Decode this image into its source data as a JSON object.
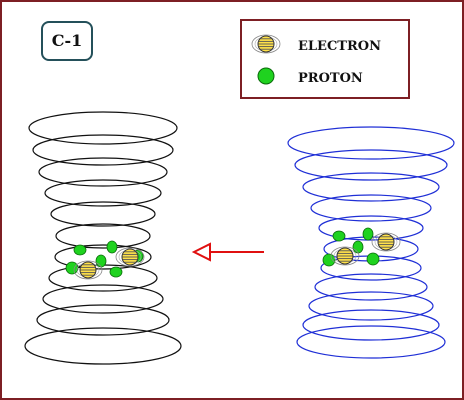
{
  "figure_label": "C-1",
  "legend": {
    "electron_label": "ELECTRON",
    "proton_label": "PROTON"
  },
  "colors": {
    "frame": "#7d1f24",
    "left_coil": "#111111",
    "right_coil": "#1f2fd6",
    "arrow": "#e01010",
    "proton": "#1fd21f",
    "electron_fill": "#ffe14a",
    "electron_stripe": "#555555"
  }
}
